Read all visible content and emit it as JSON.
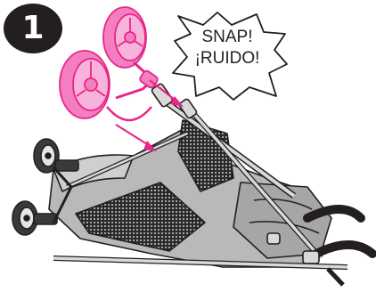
{
  "step": {
    "number": "1"
  },
  "callout": {
    "line1": "SNAP!",
    "line2": "¡RUIDO!"
  },
  "colors": {
    "wheel_pink": "#f37fc0",
    "wheel_pink_light": "#f8b3da",
    "arrow_pink": "#e8268a",
    "ink": "#231f20",
    "fabric_gray": "#b9b9b9",
    "fabric_dark": "#8c8c8c",
    "frame_gray": "#d9d9d9"
  },
  "icons": {
    "badge": "step-number-badge",
    "burst": "starburst-callout",
    "wheels": "front-wheel-assembly-icon",
    "arrows": "insert-arrow-icon",
    "stroller": "folded-stroller-illustration"
  }
}
